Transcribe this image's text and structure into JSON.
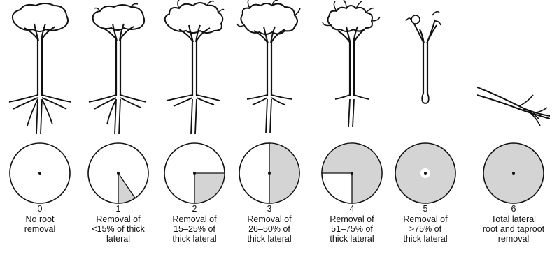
{
  "stages": [
    {
      "number": "0",
      "lines": [
        "No root",
        "removal"
      ],
      "removed_fraction": 0
    },
    {
      "number": "1",
      "lines": [
        "Removal of",
        "<15% of thick",
        "lateral"
      ],
      "removed_fraction": 0.15
    },
    {
      "number": "2",
      "lines": [
        "Removal of",
        "15–25% of",
        "thick lateral"
      ],
      "removed_fraction": 0.25
    },
    {
      "number": "3",
      "lines": [
        "Removal of",
        "26–50% of",
        "thick lateral"
      ],
      "removed_fraction": 0.5
    },
    {
      "number": "4",
      "lines": [
        "Removal of",
        "51–75% of",
        "thick lateral"
      ],
      "removed_fraction": 0.75
    },
    {
      "number": "5",
      "lines": [
        "Removal of",
        ">75% of",
        "thick lateral"
      ],
      "removed_fraction": 0.95
    },
    {
      "number": "6",
      "lines": [
        "Total lateral",
        "root and taproot",
        "removal"
      ],
      "removed_fraction": 1
    }
  ],
  "colors": {
    "ink": "#111111",
    "shade": "#d4d4d4",
    "paper": "#ffffff"
  }
}
